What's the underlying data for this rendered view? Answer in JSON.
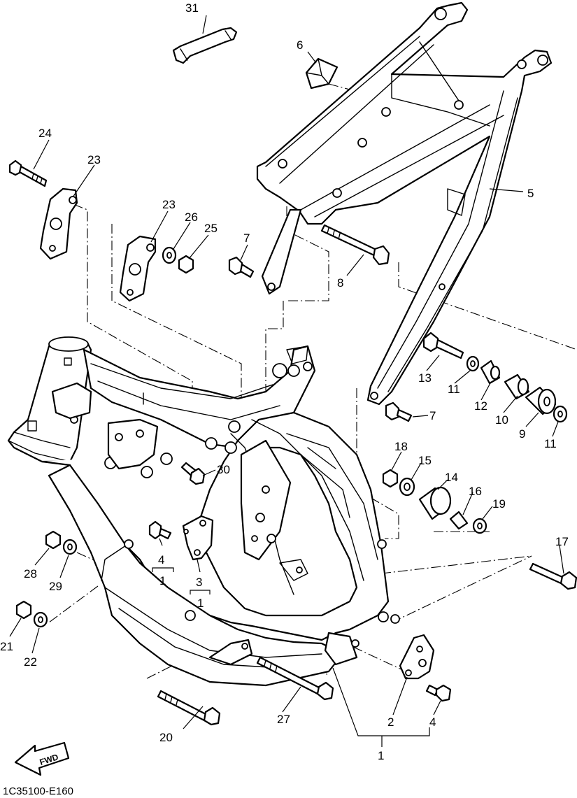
{
  "diagram_code": "1C35100-E160",
  "fwd_label": "FWD",
  "callouts": {
    "c1a": "1",
    "c1b": "1",
    "c1c": "1",
    "c2": "2",
    "c3": "3",
    "c4a": "4",
    "c4b": "4",
    "c5": "5",
    "c6": "6",
    "c7a": "7",
    "c7b": "7",
    "c8": "8",
    "c9": "9",
    "c10": "10",
    "c11a": "11",
    "c11b": "11",
    "c12": "12",
    "c13": "13",
    "c14": "14",
    "c15": "15",
    "c16": "16",
    "c17": "17",
    "c18": "18",
    "c19": "19",
    "c20": "20",
    "c21": "21",
    "c22": "22",
    "c23a": "23",
    "c23b": "23",
    "c24": "24",
    "c25": "25",
    "c26": "26",
    "c27": "27",
    "c28": "28",
    "c29": "29",
    "c30": "30",
    "c31": "31"
  }
}
